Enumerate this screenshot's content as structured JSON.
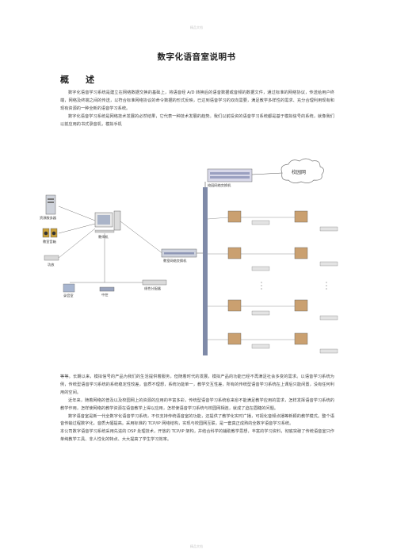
{
  "page": {
    "header_mark": "精品文档",
    "footer_mark": "精品文档"
  },
  "document": {
    "title": "数字化语音室说明书",
    "section_heading": "概　述",
    "intro_paragraphs": [
      "数字化语音学习系统是建立在网络数据交换的基础上，将语音经 A/D 转换后的语音数据或音频的数据文件，通过标准的网络协议，传送给用户终端，网络及终端之间的传送，以符合标准网络协议的命令数据的形式反映，已达到语音学习的双向需要，满足教学多样性的需求、充分合理利用现有和现有资源的一种全新的语音学习系统。",
      "数字化语音学习系统是网络技术发展的必然结果，它代表一种技术发展的趋势。我们以前投资的语音学习系统都是基于模拟信号的系统，就像我们以前应用的书式录音机，模拟手机"
    ],
    "body_paragraphs": [
      "等等。长期以来，模拟信号的产品为我们的生活提供着服务，但随着时代的发展，模拟产品的功能已经不再满足社会多变的需求。以语音学习系统为例，传统型语音学习系统的系统稳定性较差，音质不理想，系统功能单一，教学交互性差，所有的传统型语音学习系统在上课后只能闲置，没有任何利用的空间。",
      "近年来，随着网络的普及以及校园网上的资源的应用的丰富多彩，传统型语音学习系统愈来愈不能满足教学应用的需求，怎样发挥语音学习系统的教学作用，怎样使网络的教学资源在语音教学上得以应用，怎样使语音学习系统与校园网相连，就成了迫在眉睫的问题。",
      "数字语音室是新一代全数字化语音学习系统，不仅支持传统语音室的功能，还提供了教学化实时广播，可视化音频点播等新颖的教学模式。整个语音传输过程数字化，音质大幅提高。采用标准的 TCP/IP 网络结构，实现与校园网互联，是一套真正成熟的全数字语音学习系统。",
      "本公司数字语音学习系统采用先进的 DSP 处理技术，开放的 TCP/IP 架构，并结合科学的辅助教学思想，丰富的学习资料，彻底突破了传统语音室只作单纯教学工具、非人性化的特点、大大提高了学生学习效率。"
    ]
  },
  "diagram": {
    "labels": {
      "campus_net": "校园网",
      "campus_switch": "校园网络交换机",
      "resource_server": "资源服务器",
      "speakers": "教室音箱",
      "power_amp": "功放",
      "teacher_pc": "教师机",
      "classroom_switch": "教室网络交换机",
      "booth": "录音室",
      "central_control": "中控",
      "audio_splitter": "线性分配器"
    }
  }
}
